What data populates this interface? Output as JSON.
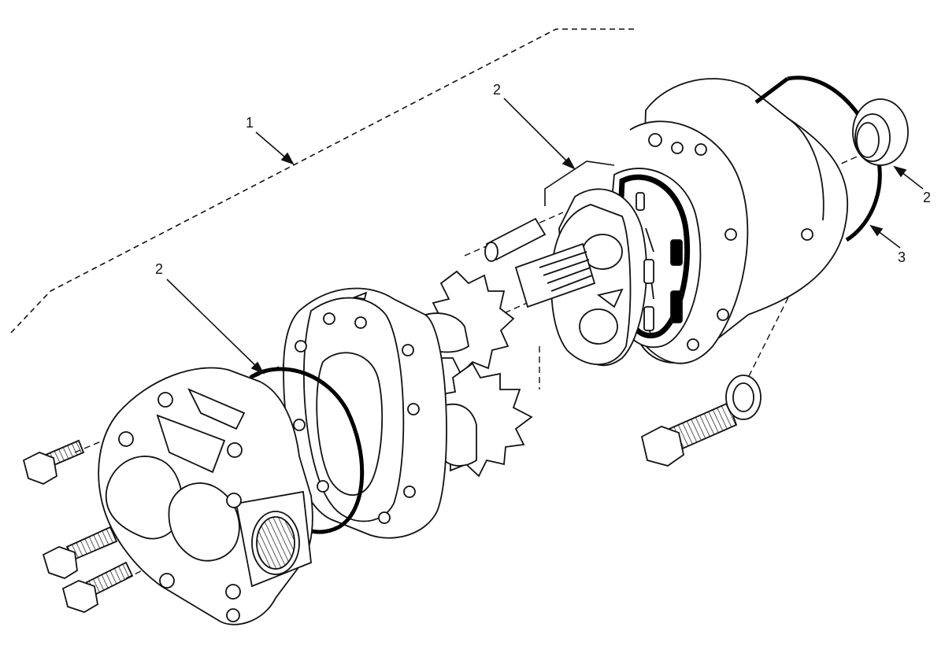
{
  "callouts": [
    {
      "id": "kit",
      "label": "1"
    },
    {
      "id": "oring-left",
      "label": "2"
    },
    {
      "id": "wear-plate",
      "label": "2"
    },
    {
      "id": "shaft-seal",
      "label": "2"
    },
    {
      "id": "oring-right",
      "label": "3"
    }
  ],
  "colors": {
    "line": "#111111",
    "background": "#ffffff",
    "seal": "#000000"
  }
}
